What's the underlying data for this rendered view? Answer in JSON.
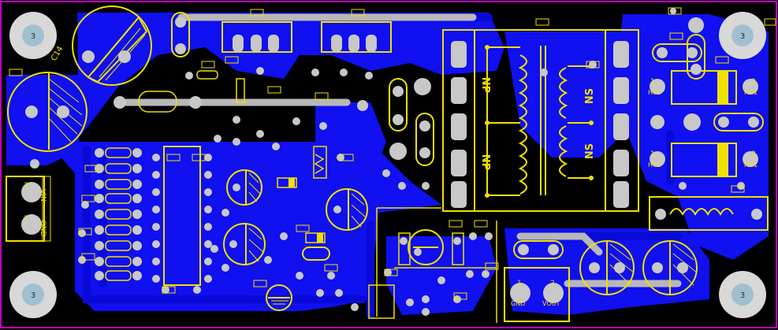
{
  "colors": {
    "background": "#000000",
    "copper": "#1010f0",
    "trace": "#0a0ad8",
    "pad": "#c8c8c8",
    "silkscreen": "#f0e000",
    "board_edge": "#c000c0",
    "mounting_hole": "#a0c0d0"
  },
  "mounting_holes": [
    {
      "label": "3"
    },
    {
      "label": "3"
    },
    {
      "label": "3"
    },
    {
      "label": "3"
    }
  ],
  "silkscreen_labels": {
    "cap_c14": "C14",
    "connector_input_1": "VIN",
    "connector_input_2": "GND",
    "connector_output_1": "GND",
    "connector_output_2": "VOUT",
    "transformer_primary_1": "NP",
    "transformer_primary_2": "NP",
    "transformer_secondary_1": "NS",
    "transformer_secondary_2": "NS",
    "diode_1_left": "HT1",
    "diode_1_right": "HD1",
    "diode_2_left": "HT1",
    "diode_2_right": "HD1",
    "pin_1a": "1",
    "pin_2a": "2",
    "pin_1b": "1",
    "pin_2b": "2",
    "pin_in_a": "2",
    "pin_in_b": "1",
    "pin_out_a": "1",
    "pin_out_b": "2"
  }
}
